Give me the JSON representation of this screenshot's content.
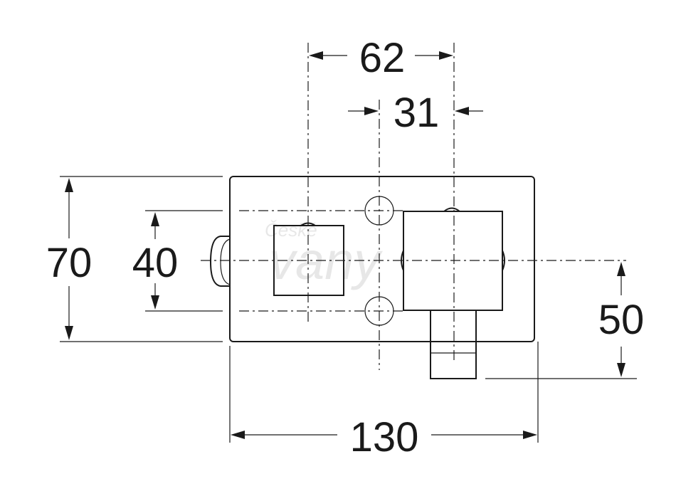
{
  "drawing": {
    "dimensions": {
      "total_width": "130",
      "total_height": "70",
      "square_height": "40",
      "offset_spacing": "62",
      "half_spacing": "31",
      "outlet_offset": "50"
    },
    "watermark": {
      "line1": "České",
      "line2": "vany"
    }
  },
  "colors": {
    "line": "#1a1a1a",
    "background": "#ffffff"
  }
}
